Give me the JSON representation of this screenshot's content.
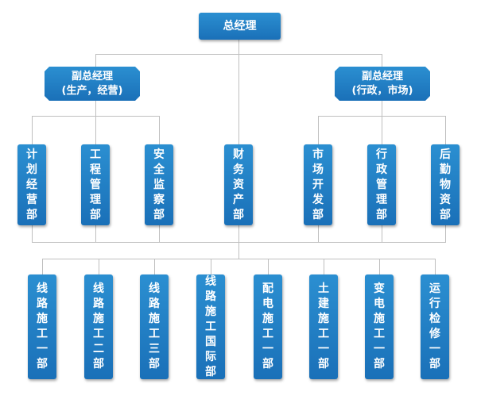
{
  "root": {
    "label": "总经理"
  },
  "deputies": [
    {
      "line1": "副总经理",
      "line2": "(生产，经营)"
    },
    {
      "line1": "副总经理",
      "line2": "(行政，市场)"
    }
  ],
  "departments": [
    "计划经营部",
    "工程管理部",
    "安全监察部",
    "财务资产部",
    "市场开发部",
    "行政管理部",
    "后勤物资部"
  ],
  "divisions": [
    "线路施工一部",
    "线路施工二部",
    "线路施工三部",
    "线路施工国际部",
    "配电施工一部",
    "土建施工一部",
    "变电施工一部",
    "运行检修一部"
  ],
  "colors": {
    "box_top": "#2b8fd1",
    "box_bottom": "#1a70b8",
    "text": "#ffffff",
    "connector": "#bfbfbf"
  }
}
